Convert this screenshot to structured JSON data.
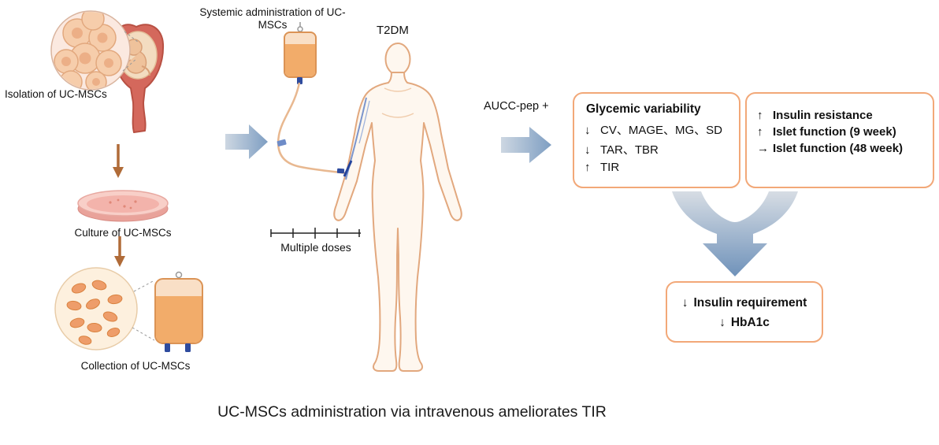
{
  "left_flow": {
    "isolation_label": "Isolation of UC-MSCs",
    "culture_label": "Culture of UC-MSCs",
    "collection_label": "Collection of UC-MSCs"
  },
  "administration": {
    "title": "Systemic administration of UC-MSCs",
    "patient_label": "T2DM",
    "doses_label": "Multiple doses"
  },
  "outcome": {
    "arrow_label": "AUCC-pep +",
    "glycemic_box": {
      "title": "Glycemic variability",
      "items": [
        {
          "direction": "↓",
          "text": "CV、MAGE、MG、SD"
        },
        {
          "direction": "↓",
          "text": "TAR、TBR"
        },
        {
          "direction": "↑",
          "text": "TIR"
        }
      ]
    },
    "islet_box": {
      "items": [
        {
          "direction": "↑",
          "text": "Insulin resistance"
        },
        {
          "direction": "↑",
          "text": "Islet function (9 week)"
        },
        {
          "direction": "→",
          "text": "Islet function (48 week)"
        }
      ]
    },
    "final_box": {
      "items": [
        {
          "direction": "↓",
          "text": "Insulin requirement"
        },
        {
          "direction": "↓",
          "text": "HbA1c"
        }
      ]
    }
  },
  "caption": "UC-MSCs administration via intravenous ameliorates TIR",
  "icons": {
    "isolation": "uterus-with-cells-zoom-icon",
    "culture": "petri-dish-icon",
    "collection": "cells-zoom-with-bag-icon",
    "administration": "iv-infusion-bag-icon",
    "patient": "human-body-illustration",
    "doses": "timeline-ticks-icon"
  },
  "colors": {
    "box_border": "#f2a878",
    "block_arrow_start": "#cdd7e2",
    "block_arrow_end": "#7e9ec2",
    "flow_arrow": "#b06b38",
    "text": "#1a1a1a"
  }
}
